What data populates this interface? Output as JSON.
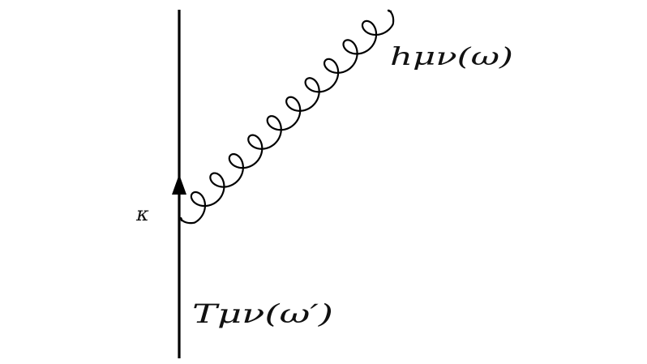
{
  "diagram": {
    "coupling_label": "κ",
    "graviton_label": "hμν(ω)",
    "source_label": "Tμν(ω′)",
    "line_color": "#000000",
    "background": "#ffffff"
  }
}
